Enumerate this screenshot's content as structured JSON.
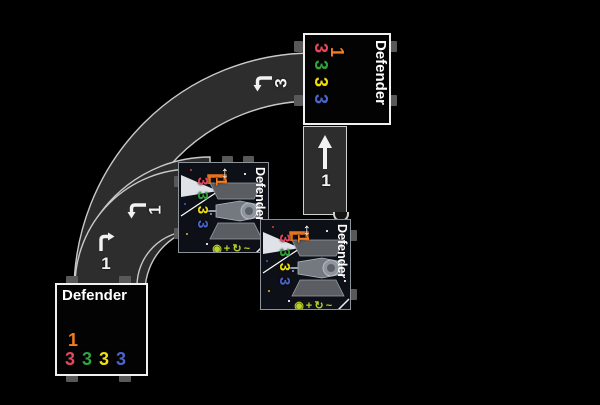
{
  "scene": {
    "background": "#000000"
  },
  "colors": {
    "template_fill": "#2d2d2d",
    "template_edge": "#c9c9c9",
    "card_background": "#030303",
    "card_border": "#f0f0f0",
    "skill_orange": "#f47b20",
    "attack_red": "#e8465c",
    "agility_green": "#2fa43d",
    "hull_yellow": "#f0df0a",
    "shield_blue": "#4a66cc",
    "action_green": "#b9d028",
    "tab_gray": "#585858"
  },
  "cards": [
    {
      "id": "card-top-right",
      "title": "Defender",
      "skill": "1",
      "attack": "3",
      "agility": "3",
      "hull": "3",
      "shields": "3"
    },
    {
      "id": "card-bottom-left",
      "title": "Defender",
      "skill": "1",
      "attack": "3",
      "agility": "3",
      "hull": "3",
      "shields": "3"
    }
  ],
  "tokens": [
    {
      "id": "ship-token-1",
      "title": "Defender",
      "skill": "1",
      "attack": "3",
      "agility": "3",
      "hull": "3",
      "shields": "3",
      "direction_arrow_glyph": "↔",
      "actions": [
        {
          "name": "evade",
          "glyph": "~"
        },
        {
          "name": "barrel-roll",
          "glyph": "↻"
        },
        {
          "name": "target-lock",
          "glyph": "+"
        },
        {
          "name": "focus",
          "glyph": "◉"
        }
      ]
    },
    {
      "id": "ship-token-2",
      "title": "Defender",
      "skill": "1",
      "attack": "3",
      "agility": "3",
      "hull": "3",
      "shields": "3",
      "direction_arrow_glyph": "↔",
      "actions": [
        {
          "name": "evade",
          "glyph": "~"
        },
        {
          "name": "barrel-roll",
          "glyph": "↻"
        },
        {
          "name": "target-lock",
          "glyph": "+"
        },
        {
          "name": "focus",
          "glyph": "◉"
        }
      ]
    }
  ],
  "templates": {
    "straight": {
      "speed": "1"
    },
    "turn3": {
      "speed": "3"
    },
    "turn1a": {
      "speed": "1"
    },
    "turn1b": {
      "speed": "1"
    }
  }
}
